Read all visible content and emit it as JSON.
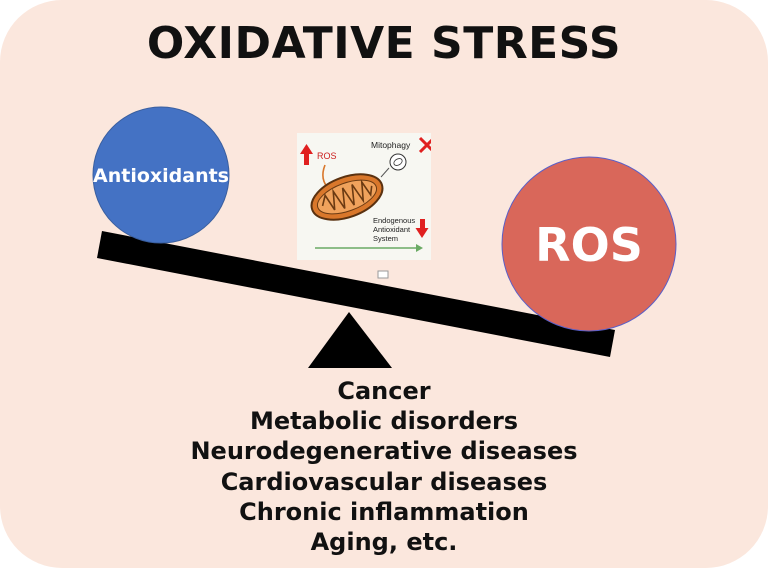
{
  "title": "OXIDATIVE STRESS",
  "balance": {
    "left_label": "Antioxidants",
    "right_label": "ROS"
  },
  "inset": {
    "ros_label": "ROS",
    "mitophagy_label": "Mitophagy",
    "antioxidant_label_lines": [
      "Endogenous",
      "Antioxidant",
      "System"
    ]
  },
  "outcomes": [
    "Cancer",
    "Metabolic disorders",
    "Neurodegenerative diseases",
    "Cardiovascular diseases",
    "Chronic inflammation",
    "Aging, etc."
  ],
  "colors": {
    "background": "#fbe7dd",
    "antioxidants_circle": "#4472c4",
    "ros_circle": "#d9675a",
    "beam": "#000000",
    "mitochondrion": "#d9772b",
    "up_arrow": "#e02020",
    "cross": "#e02020",
    "timeline_arrow": "#6aaa64"
  },
  "icons": [
    "up-arrow-icon",
    "mitochondrion-icon",
    "mitophagy-icon",
    "cross-icon",
    "down-arrow-icon",
    "timeline-arrow-icon"
  ]
}
